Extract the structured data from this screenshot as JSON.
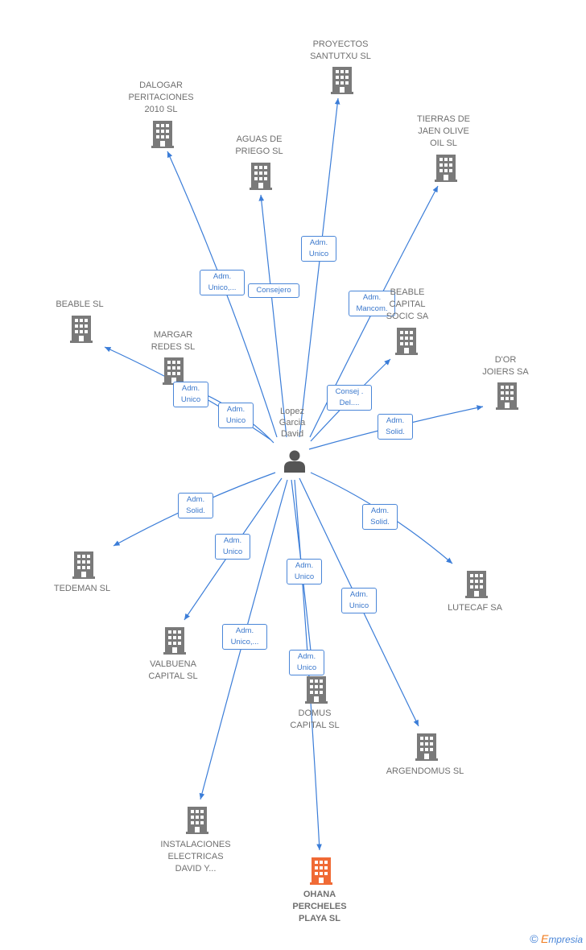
{
  "center": {
    "name": "Lopez\nGarcia\nDavid",
    "color": "#555555"
  },
  "colors": {
    "edge": "#3b7dd8",
    "building": "#7a7a7a",
    "building_highlight": "#f06a35"
  },
  "nodes": [
    {
      "id": "proyectos",
      "label": "PROYECTOS\nSANTUTXU SL",
      "highlight": false
    },
    {
      "id": "dalogar",
      "label": "DALOGAR\nPERITACIONES\n2010 SL",
      "highlight": false
    },
    {
      "id": "aguas",
      "label": "AGUAS DE\nPRIEGO SL",
      "highlight": false
    },
    {
      "id": "tierras",
      "label": "TIERRAS DE\nJAEN OLIVE\nOIL SL",
      "highlight": false
    },
    {
      "id": "beable",
      "label": "BEABLE SL",
      "highlight": false
    },
    {
      "id": "beable_capital",
      "label": "BEABLE\nCAPITAL\nSOCIC SA",
      "highlight": false
    },
    {
      "id": "margar",
      "label": "MARGAR\nREDES SL",
      "highlight": false
    },
    {
      "id": "dor",
      "label": "D'OR\nJOIERS SA",
      "highlight": false
    },
    {
      "id": "tedeman",
      "label": "TEDEMAN SL",
      "highlight": false
    },
    {
      "id": "lutecaf",
      "label": "LUTECAF SA",
      "highlight": false
    },
    {
      "id": "valbuena",
      "label": "VALBUENA\nCAPITAL SL",
      "highlight": false
    },
    {
      "id": "domus",
      "label": "DOMUS\nCAPITAL SL",
      "highlight": false
    },
    {
      "id": "argendomus",
      "label": "ARGENDOMUS SL",
      "highlight": false
    },
    {
      "id": "instalaciones",
      "label": "INSTALACIONES\nELECTRICAS\nDAVID Y...",
      "highlight": false
    },
    {
      "id": "ohana",
      "label": "OHANA\nPERCHELES\nPLAYA SL",
      "highlight": true
    }
  ],
  "edges": [
    {
      "target": "proyectos",
      "label": "Adm.\nUnico"
    },
    {
      "target": "dalogar",
      "label": "Adm.\nUnico,..."
    },
    {
      "target": "aguas",
      "label": "Consejero"
    },
    {
      "target": "tierras",
      "label": "Adm.\nMancom."
    },
    {
      "target": "beable",
      "label": "Adm.\nUnico"
    },
    {
      "target": "margar",
      "label": "Adm.\nUnico"
    },
    {
      "target": "beable_capital",
      "label": "Consej .\nDel...."
    },
    {
      "target": "dor",
      "label": "Adm.\nSolid."
    },
    {
      "target": "tedeman",
      "label": "Adm.\nSolid."
    },
    {
      "target": "lutecaf",
      "label": "Adm.\nSolid."
    },
    {
      "target": "valbuena",
      "label": "Adm.\nUnico"
    },
    {
      "target": "domus",
      "label": "Adm.\nUnico"
    },
    {
      "target": "argendomus",
      "label": "Adm.\nUnico"
    },
    {
      "target": "instalaciones",
      "label": "Adm.\nUnico,..."
    },
    {
      "target": "ohana",
      "label": "Adm.\nUnico"
    }
  ],
  "brand": {
    "copyright": "©",
    "e": "E",
    "rest": "mpresia"
  }
}
